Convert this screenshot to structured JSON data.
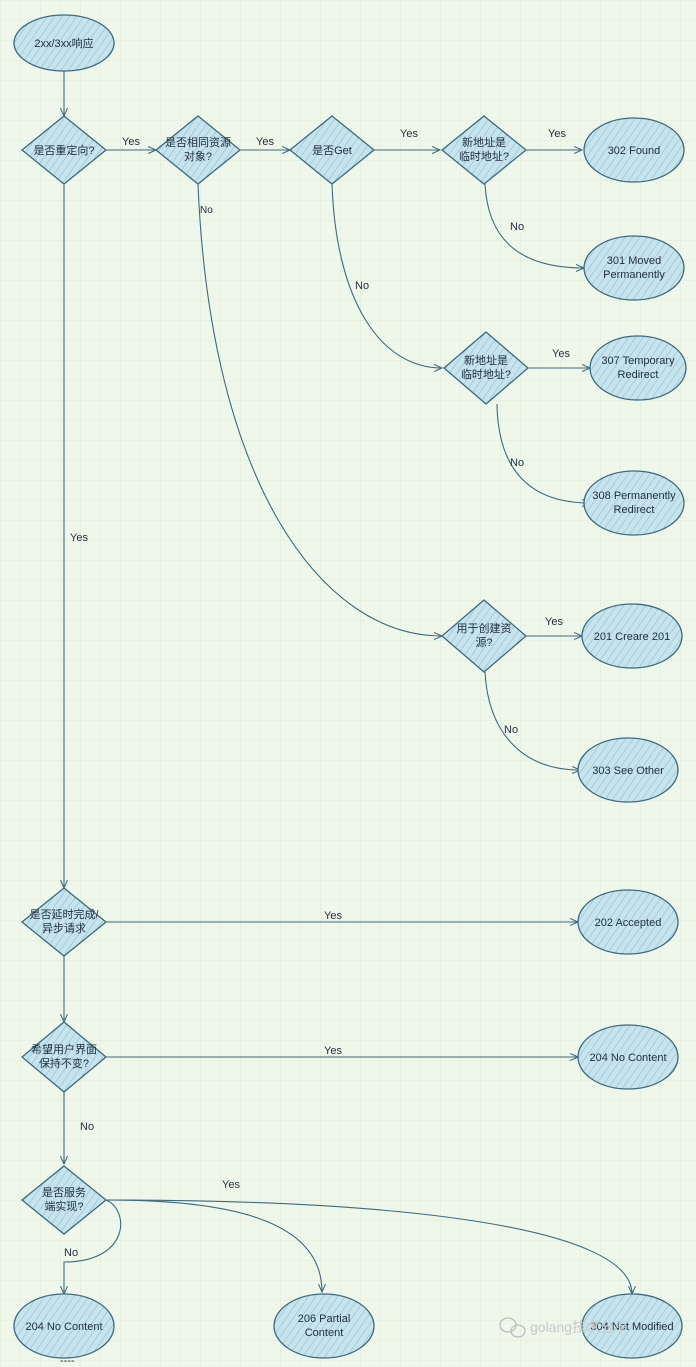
{
  "colors": {
    "grid_bg": "#eef7ea",
    "grid_line": "#d8e8d2",
    "fill": "#bfe0e8",
    "stroke": "#3d6a80",
    "hatch": "#7fb3c4"
  },
  "nodes": {
    "start": "2xx/3xx响应",
    "d_redirect": "是否重定向?",
    "d_same": [
      "是否相同资源",
      "对象?"
    ],
    "d_get": "是否Get",
    "d_tmp1": [
      "新地址是",
      "临时地址?"
    ],
    "d_tmp2": [
      "新地址是",
      "临时地址?"
    ],
    "d_create": [
      "用于创建资",
      "源?"
    ],
    "d_async": [
      "是否延时完成/",
      "异步请求"
    ],
    "d_keep": [
      "希望用户界面",
      "保持不变?"
    ],
    "d_server": [
      "是否服务",
      "端实现?"
    ],
    "r302": "302 Found",
    "r301": [
      "301 Moved",
      "Permanently"
    ],
    "r307": [
      "307 Temporary",
      "Redirect"
    ],
    "r308": [
      "308 Permanently",
      "Redirect"
    ],
    "r201": "201 Creare 201",
    "r303": "303 See Other",
    "r202": "202 Accepted",
    "r204a": "204 No Content",
    "r204b": "204 No Content",
    "r206": [
      "206 Partial",
      "Content"
    ],
    "r304": "304 Not Modified"
  },
  "edges": {
    "yes": "Yes",
    "no": "No"
  },
  "watermark": "golang技术分享",
  "caption": "----"
}
